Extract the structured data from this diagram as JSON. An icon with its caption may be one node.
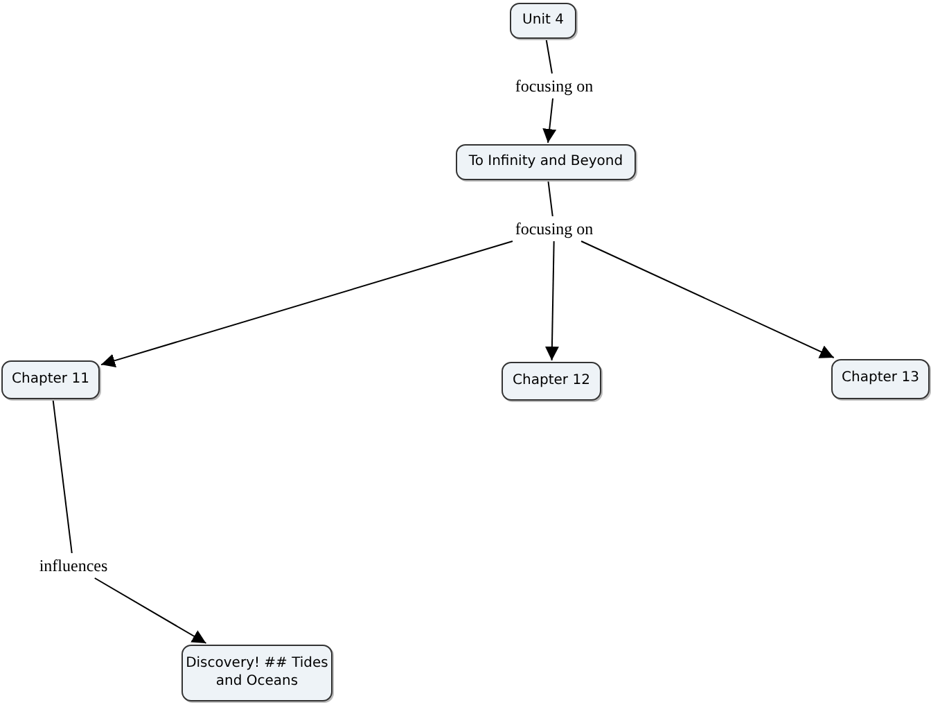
{
  "diagram": {
    "nodes": [
      {
        "text": [
          "Unit 4"
        ]
      },
      {
        "text": [
          "focusing on"
        ]
      },
      {
        "text": [
          "To Infinity and Beyond"
        ]
      },
      {
        "text": [
          "focusing on"
        ]
      },
      {
        "text": [
          "Chapter 11"
        ]
      },
      {
        "text": [
          "Chapter 12"
        ]
      },
      {
        "text": [
          "Chapter 13"
        ]
      },
      {
        "text": [
          "influences"
        ]
      },
      {
        "text": [
          "Discovery! ## Tides and Oceans"
        ]
      }
    ],
    "edges": [
      {
        "from": 0,
        "to": 1,
        "arrow": "none"
      },
      {
        "from": 1,
        "to": 2,
        "arrow": "to"
      },
      {
        "from": 2,
        "to": 3,
        "arrow": "none"
      },
      {
        "from": 3,
        "to": 4,
        "arrow": "to"
      },
      {
        "from": 3,
        "to": 5,
        "arrow": "to"
      },
      {
        "from": 3,
        "to": 6,
        "arrow": "to"
      },
      {
        "from": 4,
        "to": 7,
        "arrow": "none"
      },
      {
        "from": 7,
        "to": 8,
        "arrow": "to"
      }
    ]
  }
}
